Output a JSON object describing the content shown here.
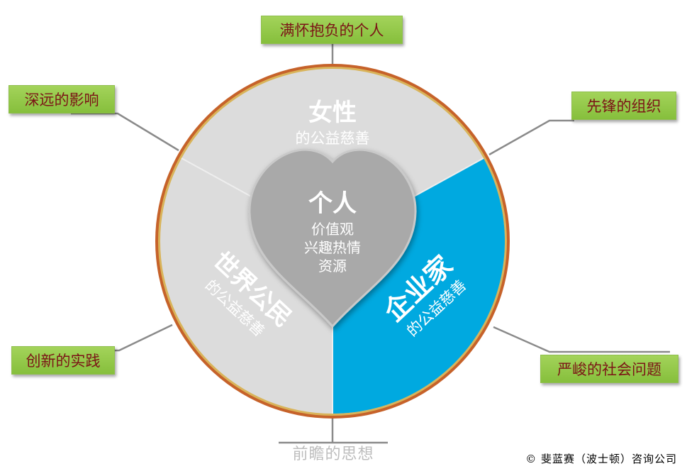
{
  "diagram": {
    "center": {
      "title": "个人",
      "lines": [
        "价值观",
        "兴趣热情",
        "资源"
      ]
    },
    "segments": {
      "top": {
        "title": "女性",
        "subtitle": "的公益慈善"
      },
      "left": {
        "title": "世界公民",
        "subtitle": "的公益慈善"
      },
      "right": {
        "title": "企业家",
        "subtitle": "的公益慈善"
      }
    },
    "callouts": {
      "top": "满怀抱负的个人",
      "top_left": "深远的影响",
      "top_right": "先锋的组织",
      "bottom_left": "创新的实践",
      "bottom_right": "严峻的社会问题"
    },
    "bottom_label": "前瞻的思想",
    "copyright": "© 斐蓝赛（波士顿）咨询公司"
  },
  "colors": {
    "ring_outer": "#c6622a",
    "ring_inner": "#d9b45a",
    "segment_gray": "#dcdcdc",
    "segment_blue": "#00a9e0",
    "heart_gray": "#a9a9a9",
    "callout_green": "#92c84a",
    "callout_text": "#7b1416"
  }
}
